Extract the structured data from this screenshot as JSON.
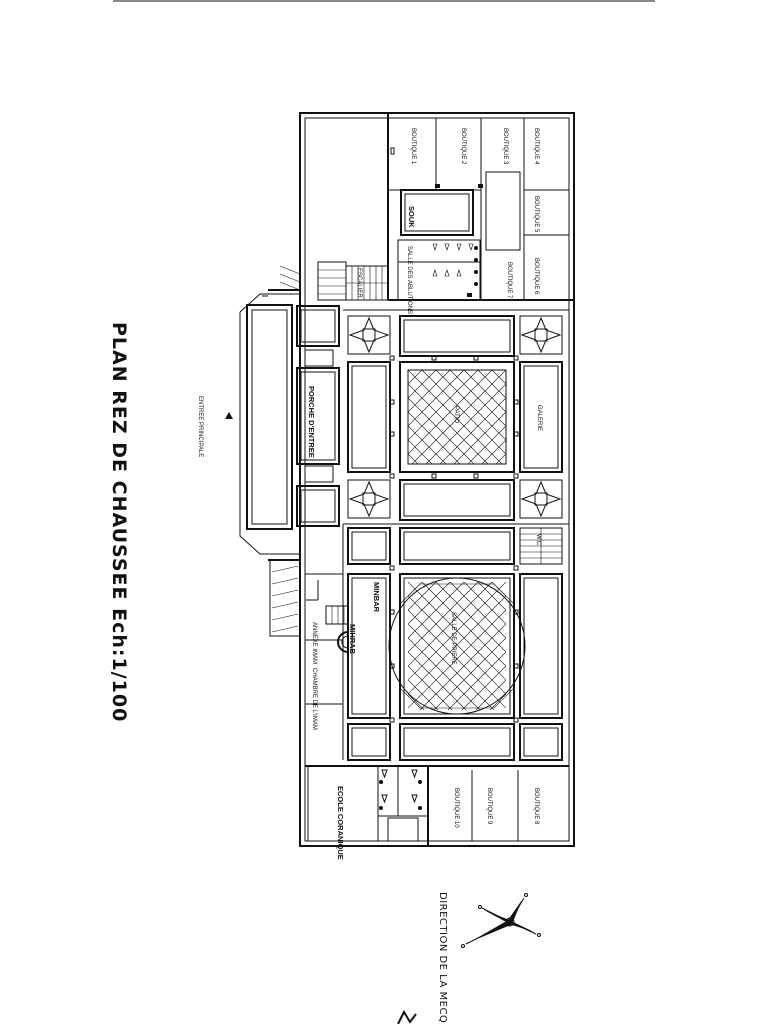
{
  "plan": {
    "title": "PLAN REZ DE CHAUSSEE Ech:1/100",
    "direction": "DIRECTION DE LA MECQUE",
    "rooms": {
      "boutique1": "BOUTIQUE 1",
      "boutique2": "BOUTIQUE 2",
      "boutique3": "BOUTIQUE 3",
      "boutique4": "BOUTIQUE 4",
      "boutique5": "BOUTIQUE 5",
      "boutique6": "BOUTIQUE 6",
      "boutique7": "BOUTIQUE 7",
      "boutique8": "BOUTIQUE 8",
      "boutique9": "BOUTIQUE 9",
      "boutique10": "BOUTIQUE 10",
      "souk": "SOUK",
      "ablutions": "SALLE DES ABLUTIONS",
      "escalier": "ESCALIER",
      "porche": "PORCHE D'ENTREE",
      "entree": "ENTREE PRINCIPALE",
      "patio": "PATIO",
      "galerie": "GALERIE",
      "salle_priere": "SALLE DE PRIERE",
      "minbar": "MINBAR",
      "mihrab": "MIHRAB",
      "annexe": "ANNEXE IMAM",
      "chambre": "CHAMBRE DE L'IMAM",
      "ecole": "ECOLE CORANIQUE",
      "wc": "W.C"
    }
  }
}
